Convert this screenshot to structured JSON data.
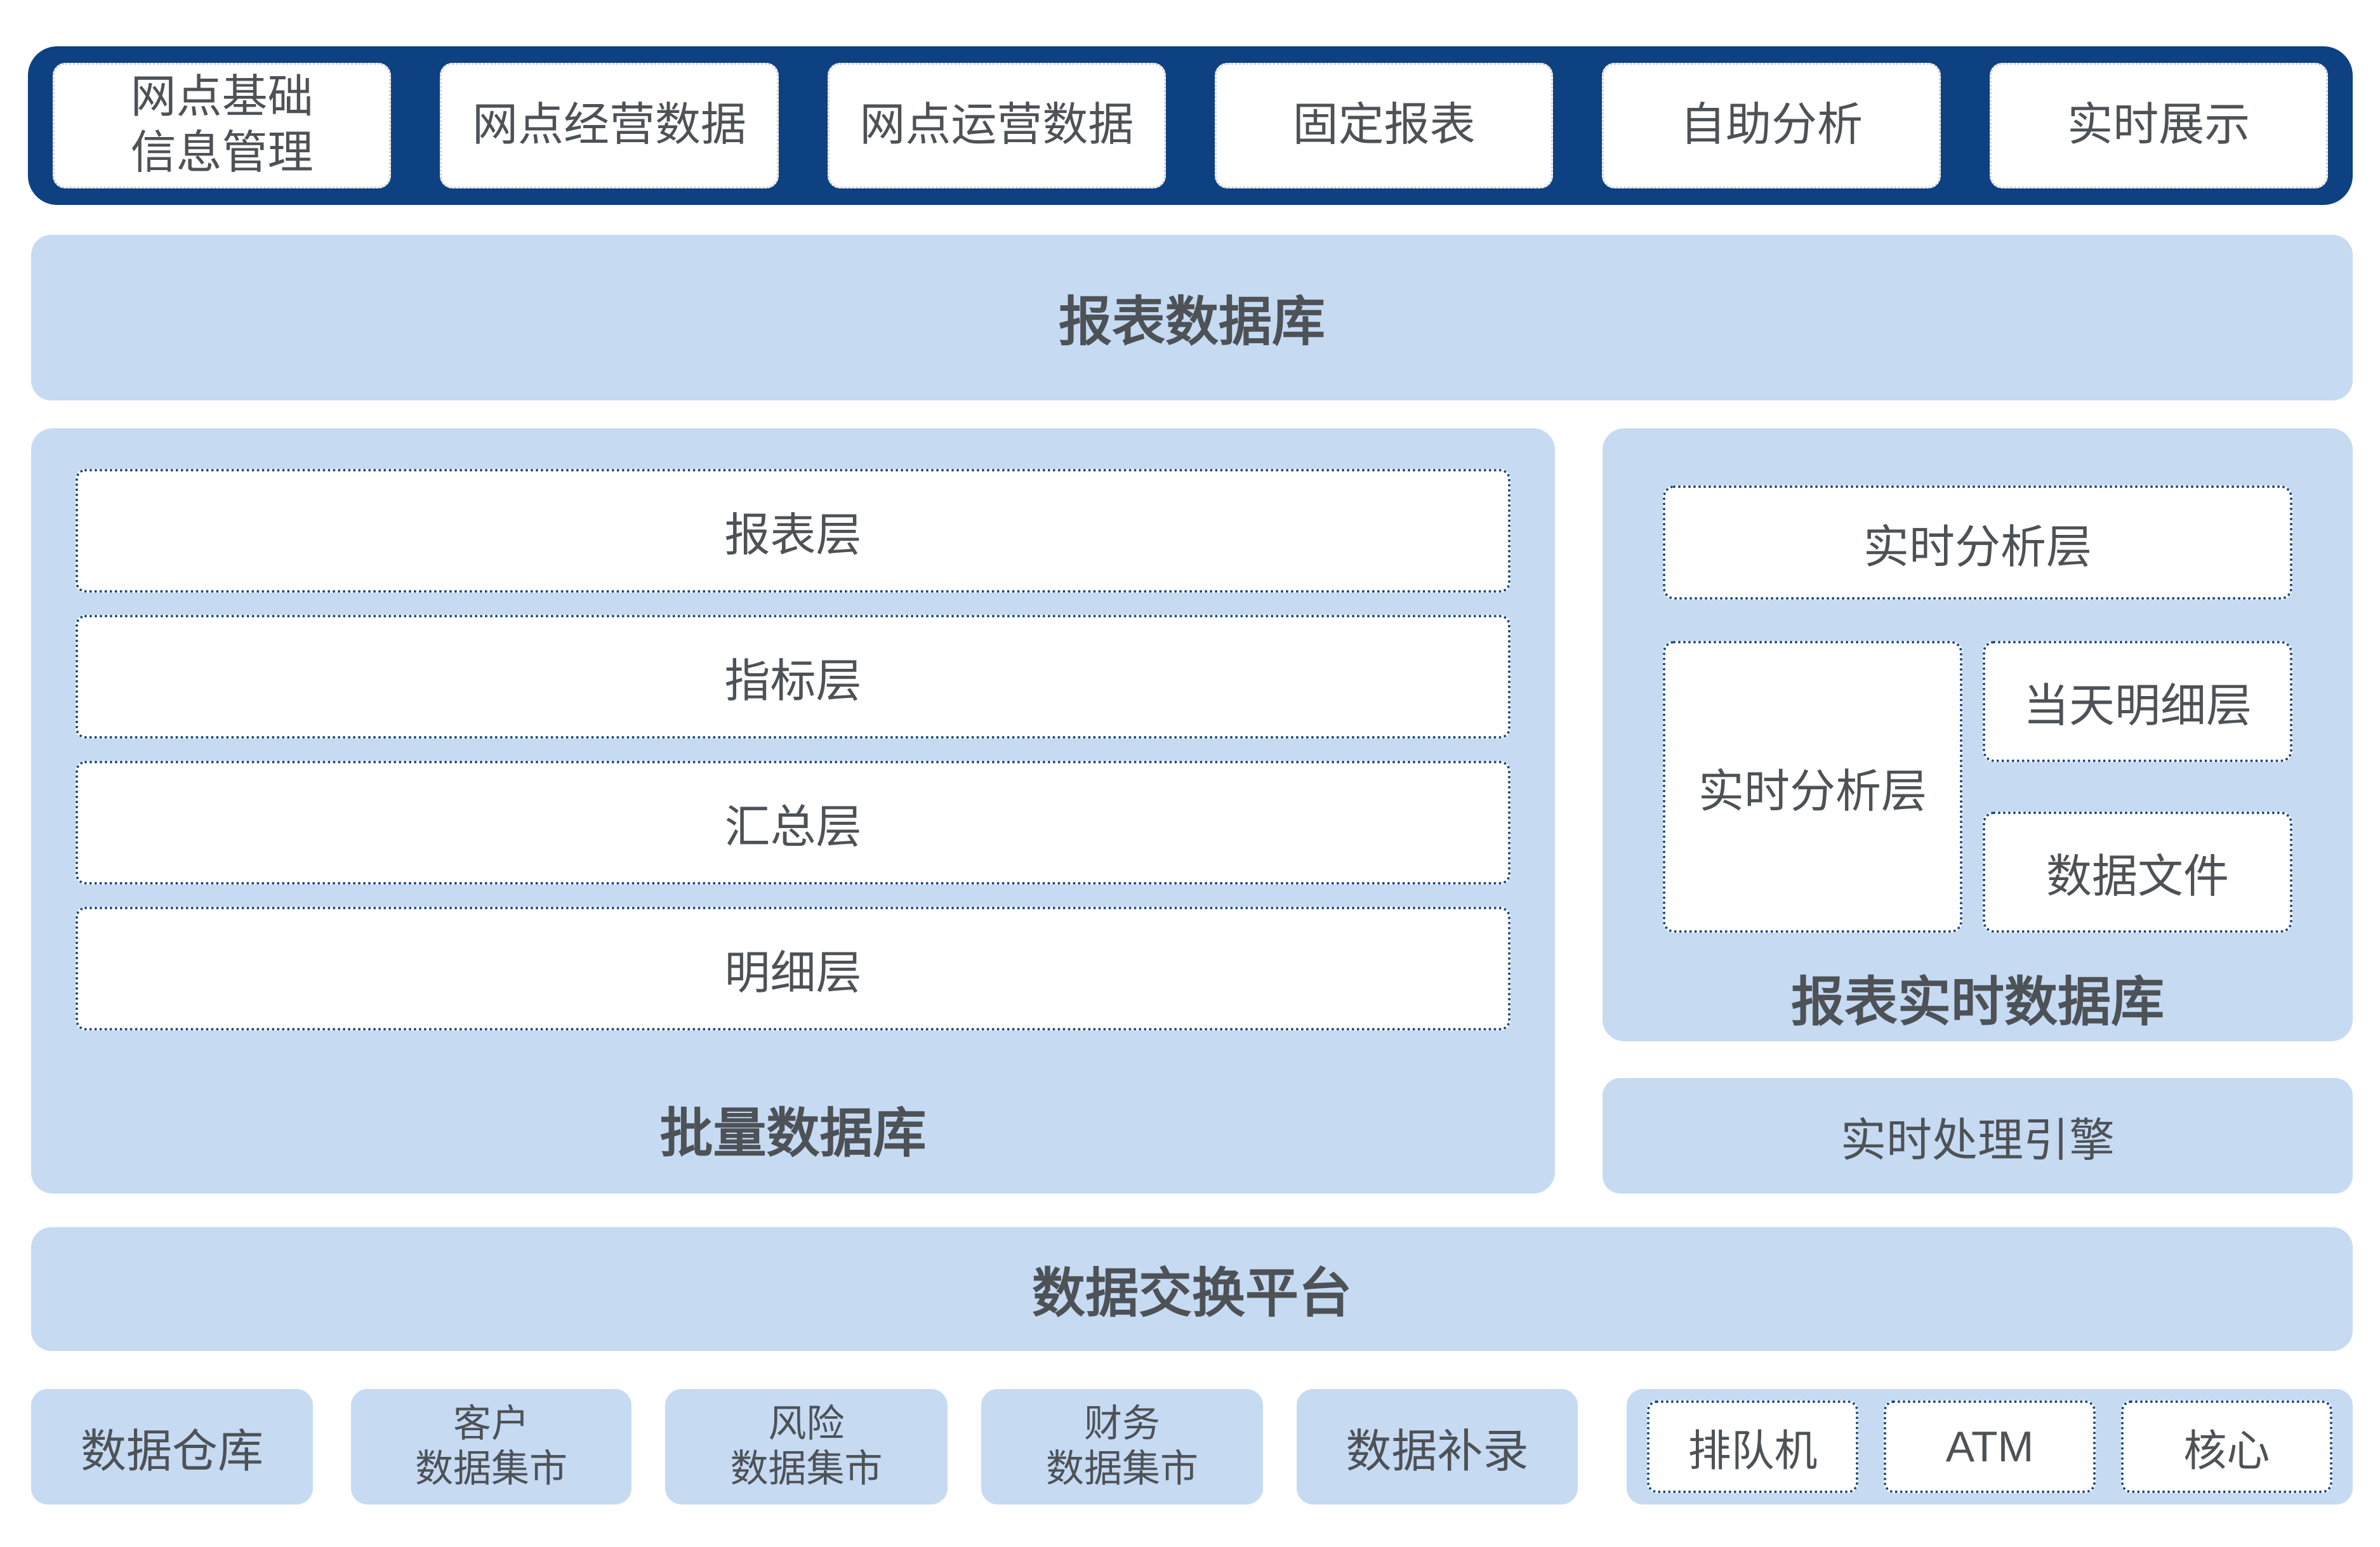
{
  "colors": {
    "navy_bar": "#0d4181",
    "panel_blue": "#c6daf2",
    "box_white": "#ffffff",
    "dotted_border_navy": "#1c4a7e",
    "dotted_border_light": "#cfcfcf",
    "text_gray": "#4d5257"
  },
  "top_bar": {
    "items": [
      {
        "label": "网点基础\n信息管理"
      },
      {
        "label": "网点经营数据"
      },
      {
        "label": "网点运营数据"
      },
      {
        "label": "固定报表"
      },
      {
        "label": "自助分析"
      },
      {
        "label": "实时展示"
      }
    ]
  },
  "report_db_bar": {
    "label": "报表数据库"
  },
  "batch_panel": {
    "layers": [
      {
        "label": "报表层"
      },
      {
        "label": "指标层"
      },
      {
        "label": "汇总层"
      },
      {
        "label": "明细层"
      }
    ],
    "title": "批量数据库"
  },
  "realtime_panel": {
    "top_layer": "实时分析层",
    "left_layer": "实时分析层",
    "right_layers": [
      {
        "label": "当天明细层"
      },
      {
        "label": "数据文件"
      }
    ],
    "title": "报表实时数据库"
  },
  "realtime_engine": {
    "label": "实时处理引擎"
  },
  "exchange_bar": {
    "label": "数据交换平台"
  },
  "sources": {
    "items": [
      {
        "label": "数据仓库"
      },
      {
        "label": "客户\n数据集市"
      },
      {
        "label": "风险\n数据集市"
      },
      {
        "label": "财务\n数据集市"
      },
      {
        "label": "数据补录"
      }
    ]
  },
  "channels": {
    "items": [
      {
        "label": "排队机"
      },
      {
        "label": "ATM"
      },
      {
        "label": "核心"
      }
    ]
  }
}
